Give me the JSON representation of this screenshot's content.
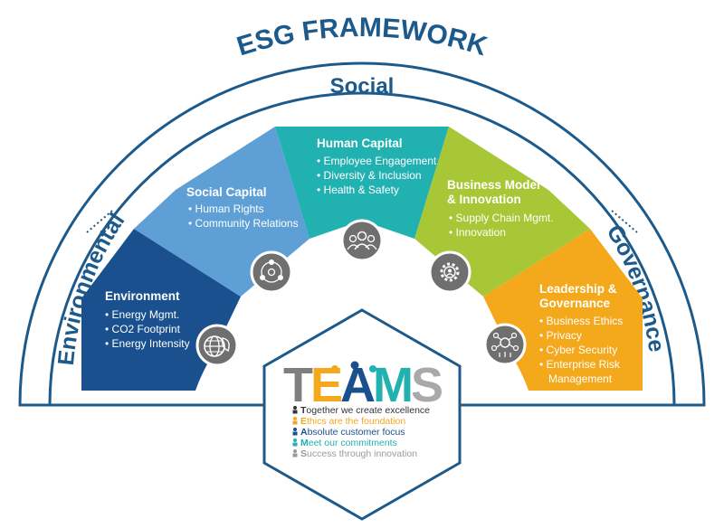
{
  "title": "ESG FRAMEWORK",
  "pillars": {
    "social": "Social",
    "environmental": "Environmental",
    "governance": "Governance"
  },
  "segments": [
    {
      "title": "Environment",
      "items": [
        "Energy Mgmt.",
        "CO2 Footprint",
        "Energy Intensity"
      ],
      "color": "#1a508e",
      "icon": "globe-leaf-icon"
    },
    {
      "title": "Social Capital",
      "items": [
        "Human Rights",
        "Community Relations"
      ],
      "color": "#5e9fd6",
      "icon": "people-network-icon"
    },
    {
      "title": "Human Capital",
      "items": [
        "Employee Engagement",
        "Diversity & Inclusion",
        "Health & Safety"
      ],
      "color": "#22b1b1",
      "icon": "group-icon"
    },
    {
      "title_lines": [
        "Business Model",
        "& Innovation"
      ],
      "items": [
        "Supply Chain Mgmt.",
        "Innovation"
      ],
      "color": "#a7c736",
      "icon": "gear-people-icon"
    },
    {
      "title_lines": [
        "Leadership  &",
        "Governance"
      ],
      "items": [
        "Business Ethics",
        "Privacy",
        "Cyber Security",
        "Enterprise Risk",
        "Management"
      ],
      "color": "#f4a81c",
      "icon": "org-network-icon"
    }
  ],
  "teams": {
    "logo_letters": [
      "T",
      "E",
      "A",
      "M",
      "S"
    ],
    "logo_colors": [
      "#7f7f7f",
      "#f4a81c",
      "#1a508e",
      "#22b1b1",
      "#a9a9a9"
    ],
    "lines": [
      {
        "initial": "T",
        "rest": "ogether we create excellence",
        "color": "#333333"
      },
      {
        "initial": "E",
        "rest": "thics are the foundation",
        "color": "#f4a81c"
      },
      {
        "initial": "A",
        "rest": "bsolute customer focus",
        "color": "#1a508e"
      },
      {
        "initial": "M",
        "rest": "eet our commitments",
        "color": "#22b1b1"
      },
      {
        "initial": "S",
        "rest": "uccess through innovation",
        "color": "#9a9a9a"
      }
    ]
  },
  "colors": {
    "accent": "#1c5a8c",
    "icon_circle": "#6f6f6f"
  }
}
